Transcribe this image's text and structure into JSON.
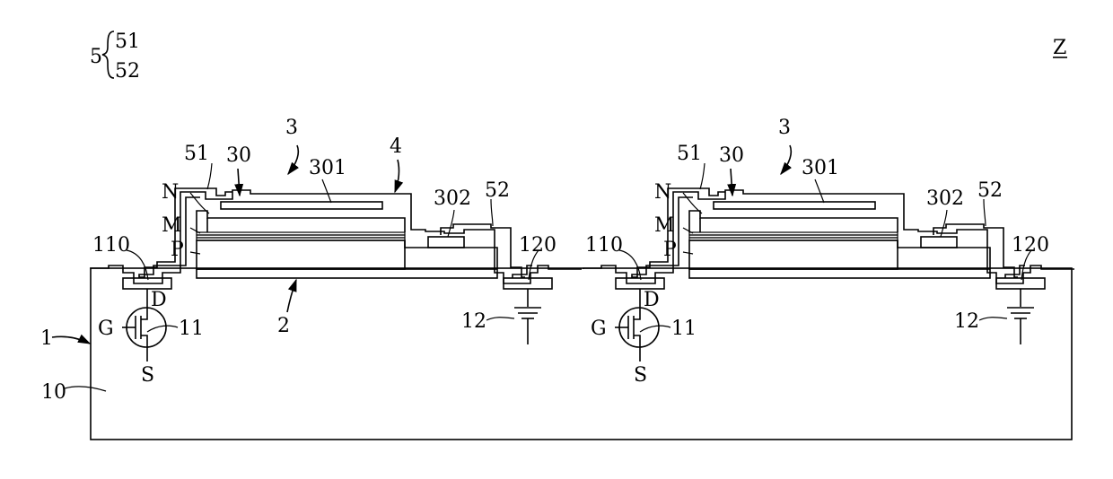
{
  "legend": {
    "group": "5",
    "items": [
      "51",
      "52"
    ]
  },
  "figure_id": "Z",
  "labels": {
    "substrate": "1",
    "substrate_body": "10",
    "transistor": "11",
    "transistor_gate": "G",
    "transistor_drain": "D",
    "transistor_source": "S",
    "ground": "12",
    "pad_drain": "110",
    "pad_ground": "120",
    "layer_stack": "2",
    "led_unit": "3",
    "top_electrode": "301",
    "side_electrode": "302",
    "opening": "30",
    "insulation": "4",
    "wire_first": "51",
    "wire_second": "52",
    "layer_n": "N",
    "layer_m": "M",
    "layer_p": "P"
  },
  "colors": {
    "line": "#000000",
    "background": "#ffffff"
  }
}
